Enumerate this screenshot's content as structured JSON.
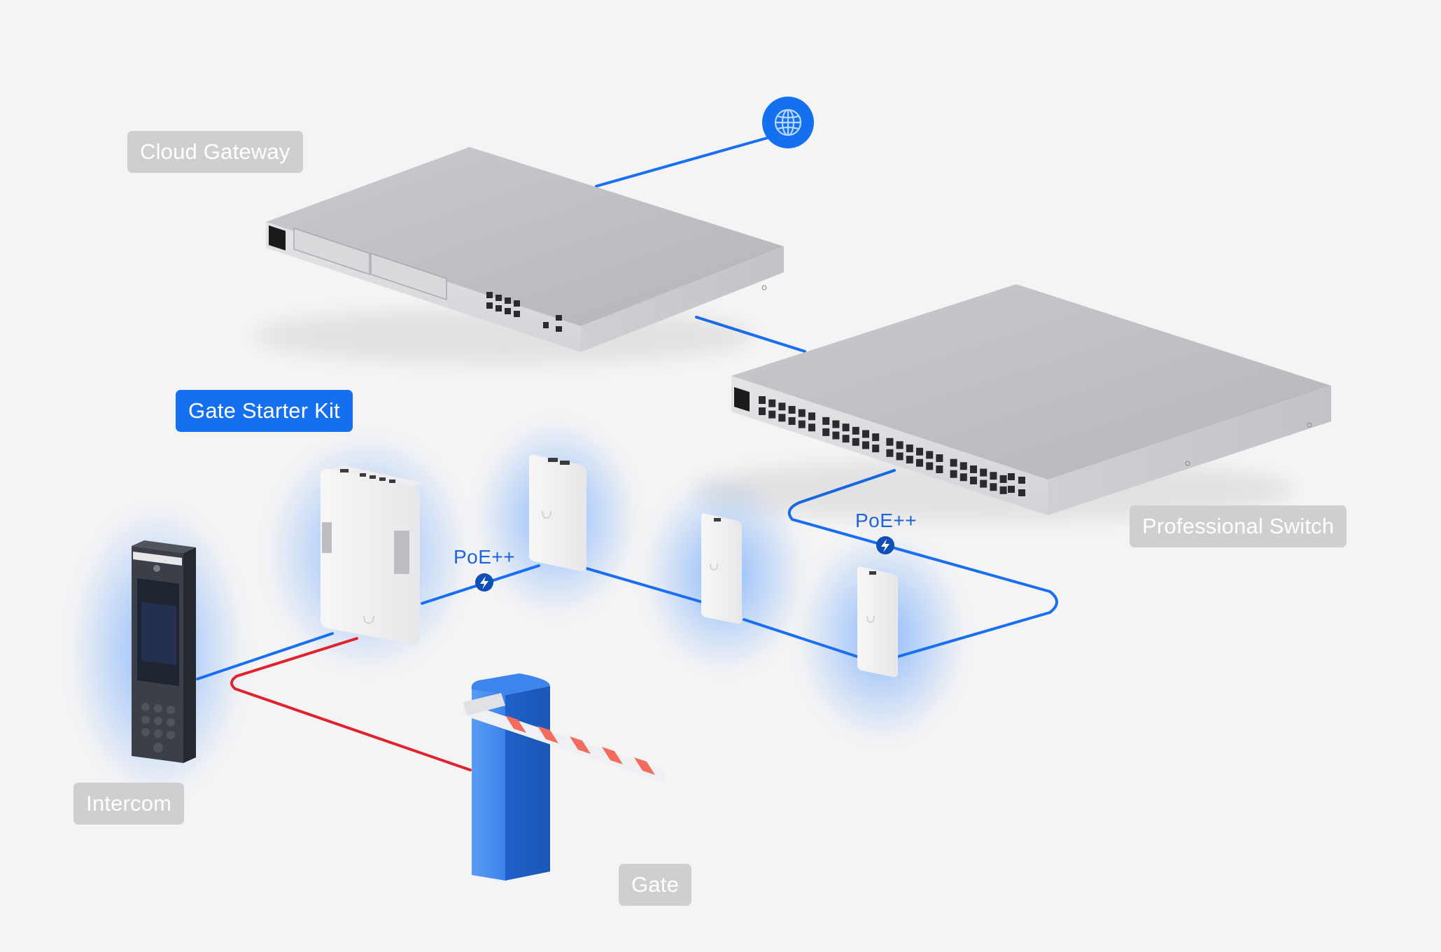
{
  "diagram": {
    "labels": {
      "cloud_gateway": "Cloud Gateway",
      "gate_starter_kit": "Gate Starter Kit",
      "professional_switch": "Professional Switch",
      "intercom": "Intercom",
      "gate": "Gate"
    },
    "connection_labels": {
      "poe_left": "PoE++",
      "poe_right": "PoE++"
    },
    "icons": {
      "internet": "globe-icon",
      "power": "lightning-bolt-icon"
    },
    "colors": {
      "background": "#f4f4f5",
      "label_inactive": "#cfcfd1",
      "label_active": "#1570ef",
      "network_link": "#1a6ff0",
      "gate_control_link": "#e0242e",
      "poe_badge": "#0f4fb5",
      "glow": "#3c8cff",
      "gate_body": "#2a75e0"
    },
    "devices": [
      {
        "id": "internet",
        "name": "Internet"
      },
      {
        "id": "cloud_gateway",
        "name": "Cloud Gateway",
        "rj45_ports": 8
      },
      {
        "id": "professional_switch",
        "name": "Professional Switch",
        "rj45_ports": 48,
        "sfp_ports": 4
      },
      {
        "id": "gate_hub",
        "name": "Gate Starter Kit hub"
      },
      {
        "id": "reader_1",
        "name": "Access reader"
      },
      {
        "id": "reader_2",
        "name": "Access reader"
      },
      {
        "id": "reader_3",
        "name": "Access reader"
      },
      {
        "id": "intercom",
        "name": "Intercom"
      },
      {
        "id": "gate",
        "name": "Gate"
      }
    ],
    "connections": [
      {
        "from": "internet",
        "to": "cloud_gateway",
        "type": "network"
      },
      {
        "from": "cloud_gateway",
        "to": "professional_switch",
        "type": "network"
      },
      {
        "from": "professional_switch",
        "to": "reader_3",
        "type": "PoE++"
      },
      {
        "from": "reader_3",
        "to": "reader_2",
        "type": "network"
      },
      {
        "from": "reader_2",
        "to": "reader_1",
        "type": "network"
      },
      {
        "from": "reader_1",
        "to": "gate_hub",
        "type": "PoE++"
      },
      {
        "from": "gate_hub",
        "to": "intercom",
        "type": "network"
      },
      {
        "from": "gate_hub",
        "to": "gate",
        "type": "gate-control"
      }
    ]
  }
}
